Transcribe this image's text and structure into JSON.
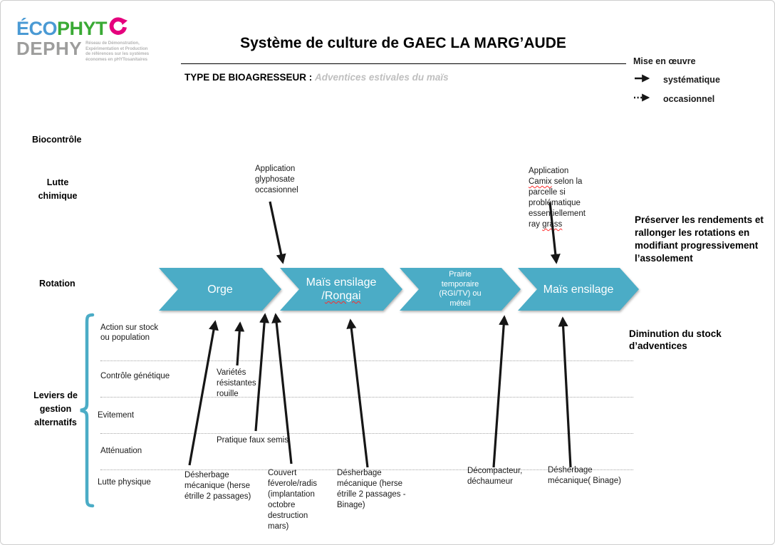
{
  "logo": {
    "eco": "ÉCO",
    "phyt": "PHYT",
    "dephy": "DEPHY",
    "tagline": "Réseau de Démonstration,\nExpérimentation et Production\nde références sur les systèmes\néconomes en pHYTosanitaires",
    "colors": {
      "eco": "#4a9ad4",
      "phyt": "#3aaa35",
      "o_arrow": "#e5007d",
      "dephy": "#9d9d9c"
    }
  },
  "header": {
    "title": "Système de culture de GAEC LA MARG’AUDE",
    "bioagresseur_label": "TYPE DE BIOAGRESSEUR :",
    "bioagresseur_value": "Adventices estivales du maïs"
  },
  "legend": {
    "title": "Mise en œuvre",
    "systematique": "systématique",
    "occasionnel": "occasionnel"
  },
  "categories": {
    "biocontrole": "Biocontrôle",
    "lutte_chimique": "Lutte\nchimique",
    "rotation": "Rotation",
    "leviers": "Leviers de\ngestion\nalternatifs"
  },
  "rotation_crops": [
    {
      "line1": "Orge"
    },
    {
      "line1": "Maïs ensilage",
      "line2_prefix": "/",
      "line2_word": "Rongai"
    },
    {
      "line1": "Prairie\ntemporaire\n(RGI/TV) ou\nméteil"
    },
    {
      "line1": "Maïs ensilage"
    }
  ],
  "chem_annotations": {
    "glyphosate": "Application\nglyphosate\noccasionnel",
    "camix": {
      "l1": "Application",
      "l2_word": "Camix",
      "l2_rest": " selon la",
      "l3": "parcelle si",
      "l4": "problématique",
      "l5": "essentiellement",
      "l6_rest": "ray ",
      "l6_word": "grass"
    }
  },
  "right_notes": {
    "preserver": "Préserver les rendements et\nrallonger les rotations en\nmodifiant progressivement\nl’assolement",
    "diminution": "Diminution du stock\nd’adventices"
  },
  "lever_rows": [
    "Action sur stock\nou population",
    "Contrôle génétique",
    "Evitement",
    "Atténuation",
    "Lutte physique"
  ],
  "lever_annotations": {
    "varietes": "Variétés\nrésistantes\nrouille",
    "faux_semis": "Pratique faux semis",
    "desherbage1": "Désherbage\nmécanique (herse\nétrille 2 passages)",
    "couvert": "Couvert\nféverole/radis\n(implantation\noctobre\ndestruction\nmars)",
    "desherbage2": "Désherbage\nmécanique (herse\nétrille 2 passages -\nBinage)",
    "decompacteur": "Décompacteur,\ndéchaumeur",
    "desherbage3": "Désherbage\nmécanique( Binage)"
  },
  "colors": {
    "chevron": "#4BACC6",
    "bracket": "#4BACC6",
    "arrow": "#161616"
  }
}
